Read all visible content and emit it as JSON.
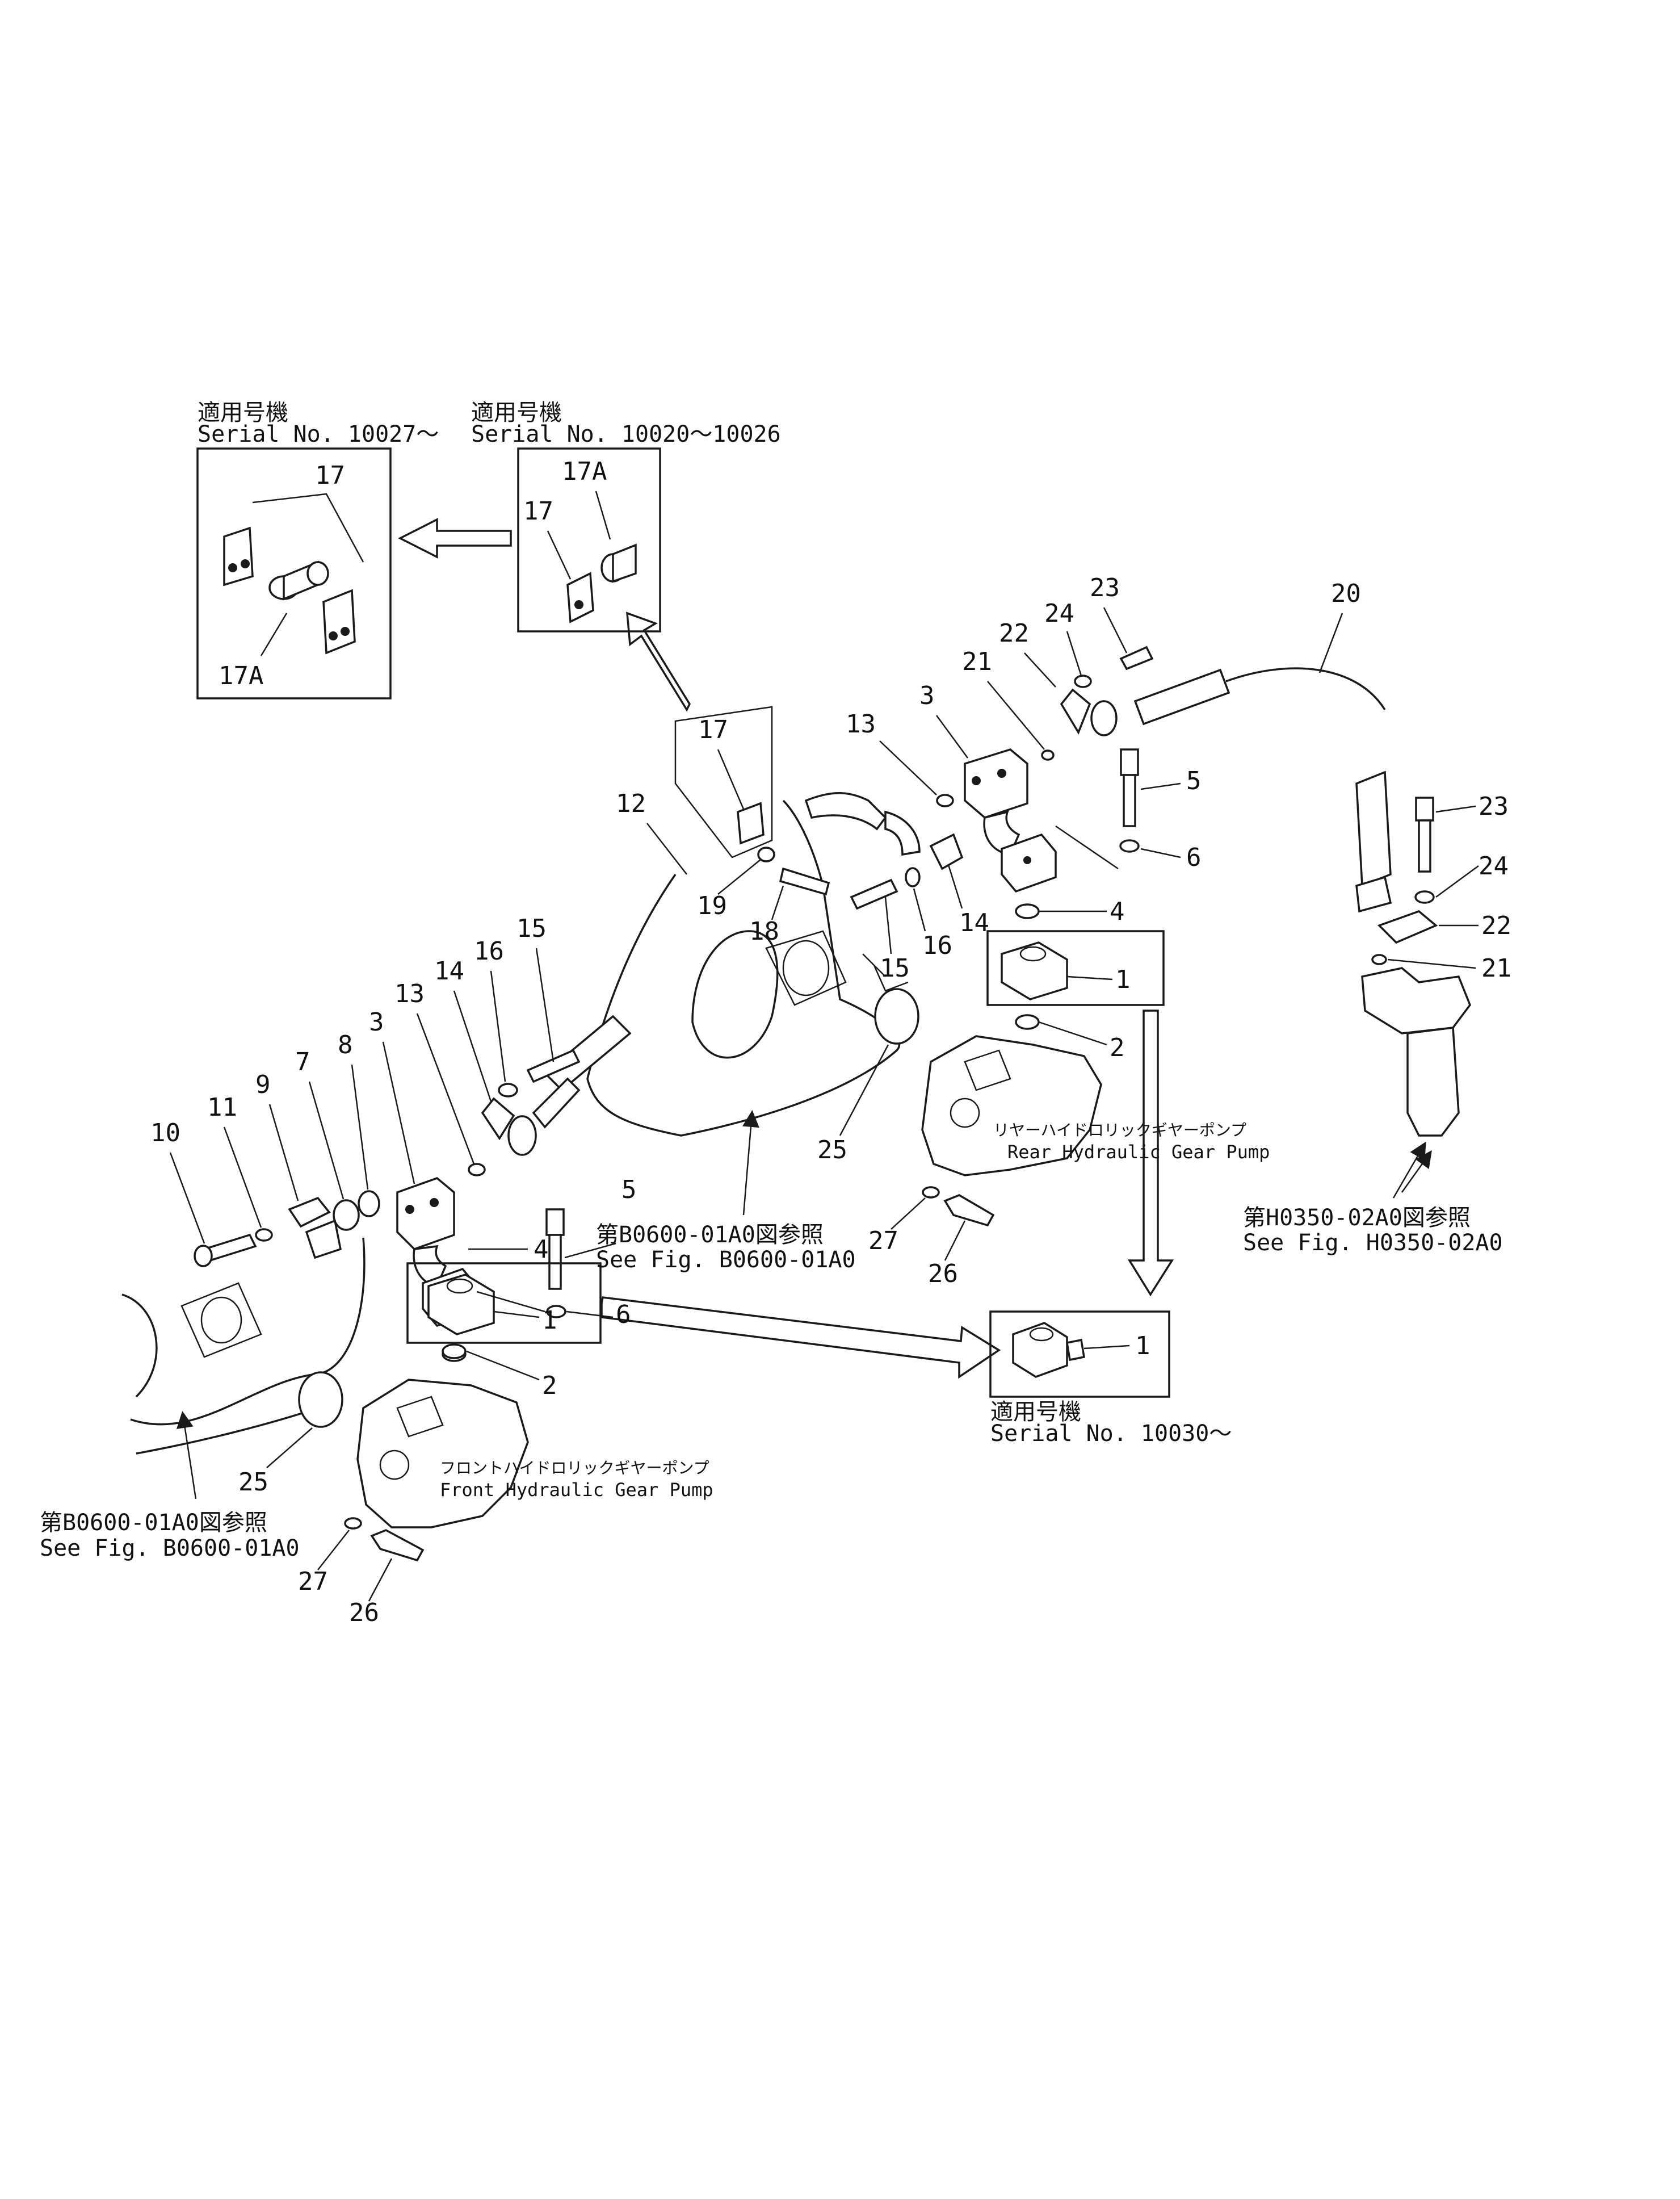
{
  "inset_a": {
    "jp": "適用号機",
    "serial": "Serial No. 10027～",
    "part_top": "17",
    "part_bottom": "17A"
  },
  "inset_b": {
    "jp": "適用号機",
    "serial": "Serial No. 10020～10026",
    "part_top": "17A",
    "part_left": "17"
  },
  "inset_c": {
    "jp": "適用号機",
    "serial": "Serial No. 10030～",
    "part": "1"
  },
  "pumps": {
    "rear_jp": "リヤーハイドロリックギヤーポンプ",
    "rear_en": "Rear Hydraulic Gear Pump",
    "front_jp": "フロントハイドロリックギヤーポンプ",
    "front_en": "Front Hydraulic Gear Pump"
  },
  "refs": {
    "b0600_center_jp": "第B0600-01A0図参照",
    "b0600_center_en": "See Fig. B0600-01A0",
    "b0600_left_jp": "第B0600-01A0図参照",
    "b0600_left_en": "See Fig. B0600-01A0",
    "h0350_jp": "第H0350-02A0図参照",
    "h0350_en": "See Fig. H0350-02A0"
  },
  "callouts": {
    "c20": "20",
    "c23a": "23",
    "c24a": "24",
    "c22a": "22",
    "c21a": "21",
    "c3a": "3",
    "c13a": "13",
    "c5a": "5",
    "c6a": "6",
    "c23b": "23",
    "c24b": "24",
    "c22b": "22",
    "c21b": "21",
    "c17": "17",
    "c12": "12",
    "c19": "19",
    "c18": "18",
    "c14a": "14",
    "c16a": "16",
    "c15a": "15",
    "c4a": "4",
    "c1a": "1",
    "c2a": "2",
    "c25a": "25",
    "c27a": "27",
    "c26a": "26",
    "c15b": "15",
    "c16b": "16",
    "c14b": "14",
    "c13b": "13",
    "c3b": "3",
    "c8": "8",
    "c7": "7",
    "c9": "9",
    "c11": "11",
    "c10": "10",
    "c5b": "5",
    "c6b": "6",
    "c4b": "4",
    "c1b": "1",
    "c2b": "2",
    "c25b": "25",
    "c27b": "27",
    "c26b": "26"
  },
  "colors": {
    "ink": "#1a1a1a",
    "paper": "#ffffff"
  }
}
